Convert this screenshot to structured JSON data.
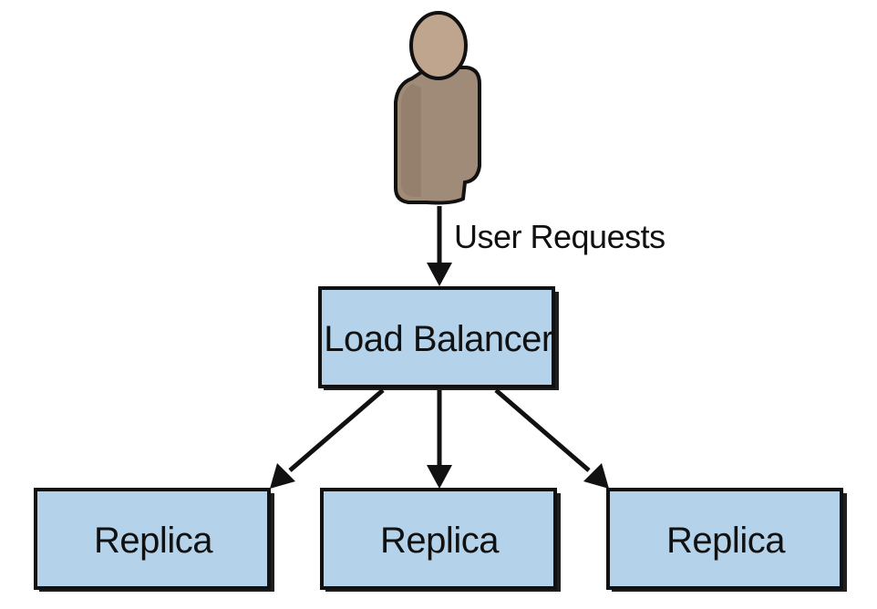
{
  "user": {
    "label": "User Requests",
    "icon": "user-icon",
    "body_color": "#a08a78",
    "head_color": "#c0a58e"
  },
  "load_balancer": {
    "label": "Load Balancer"
  },
  "replicas": [
    {
      "label": "Replica"
    },
    {
      "label": "Replica"
    },
    {
      "label": "Replica"
    }
  ],
  "colors": {
    "box_fill": "#b4d3ea",
    "stroke": "#111111"
  }
}
